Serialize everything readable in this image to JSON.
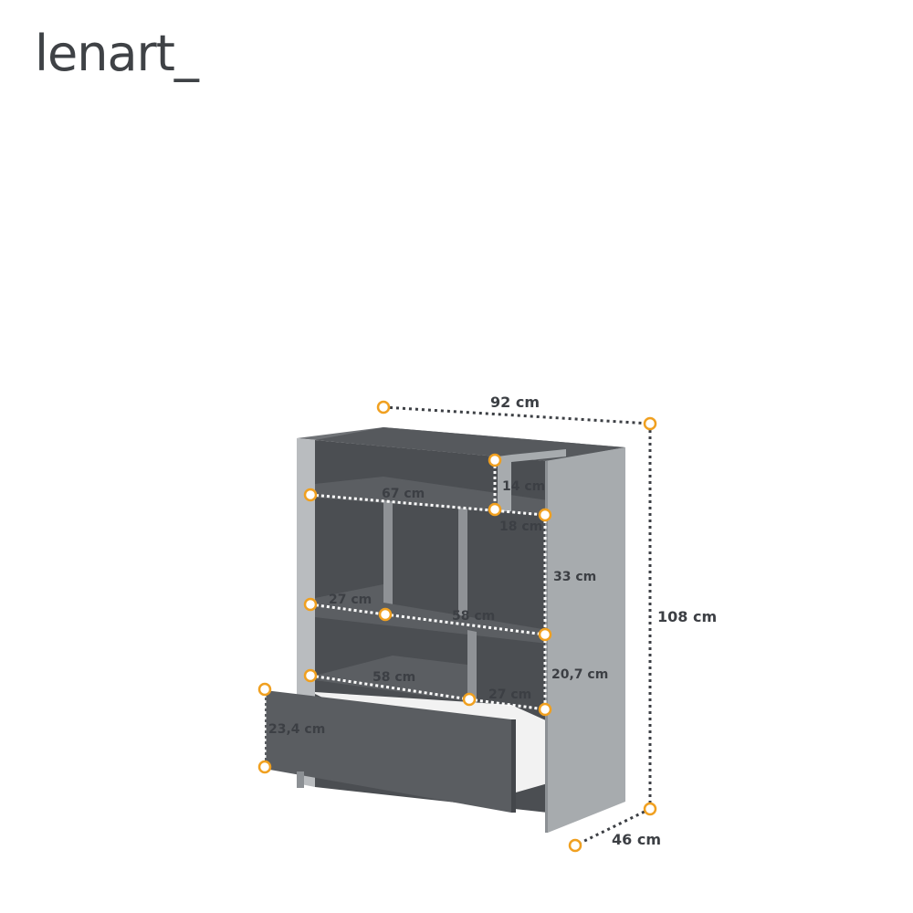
{
  "brand": {
    "name": "lenart",
    "suffix": "_"
  },
  "dimensions": {
    "width_total": "92 cm",
    "height_total": "108 cm",
    "depth_total": "46 cm",
    "shelf_top_width": "67 cm",
    "top_compartment_height": "14 cm",
    "top_compartment_width": "18 cm",
    "middle_compartment_height": "33 cm",
    "left_compartment_width": "27 cm",
    "middle_shelf_width": "58 cm",
    "lower_shelf_width": "58 cm",
    "lower_right_width": "27 cm",
    "lower_compartment_height": "20,7 cm",
    "drawer_height": "23,4 cm"
  },
  "colors": {
    "body_light_gray": "#a7abae",
    "interior_dark_gray": "#4b4e52",
    "drawer_front": "#5a5d61",
    "marker_orange": "#f0a020",
    "dimension_line": "#ffffff",
    "outer_dotted_line": "#3c3f44"
  }
}
